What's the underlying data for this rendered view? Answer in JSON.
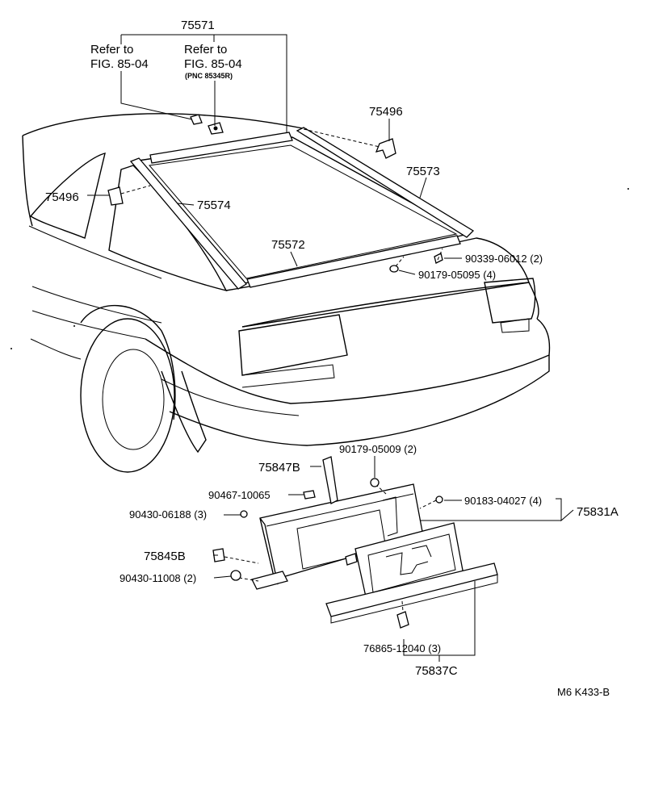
{
  "labels": {
    "assy_75571": "75571",
    "ref1_line1": "Refer to",
    "ref1_line2": "FIG. 85-04",
    "ref2_line1": "Refer to",
    "ref2_line2": "FIG. 85-04",
    "ref2_line3": "(PNC 85345R)",
    "p75496_right": "75496",
    "p75573": "75573",
    "p75496_left": "75496",
    "p75574": "75574",
    "p75572": "75572",
    "p90339": "90339-06012 (2)",
    "p90179_05095": "90179-05095 (4)",
    "p90179_05009": "90179-05009 (2)",
    "p75847B": "75847B",
    "p90467": "90467-10065",
    "p90183": "90183-04027  (4)",
    "p75831A": "75831A",
    "p90430_06188": "90430-06188 (3)",
    "p75845B": "75845B",
    "p90430_11008": "90430-11008 (2)",
    "p76865": "76865-12040 (3)",
    "p75837C": "75837C",
    "footer": "M6  K433-B"
  }
}
